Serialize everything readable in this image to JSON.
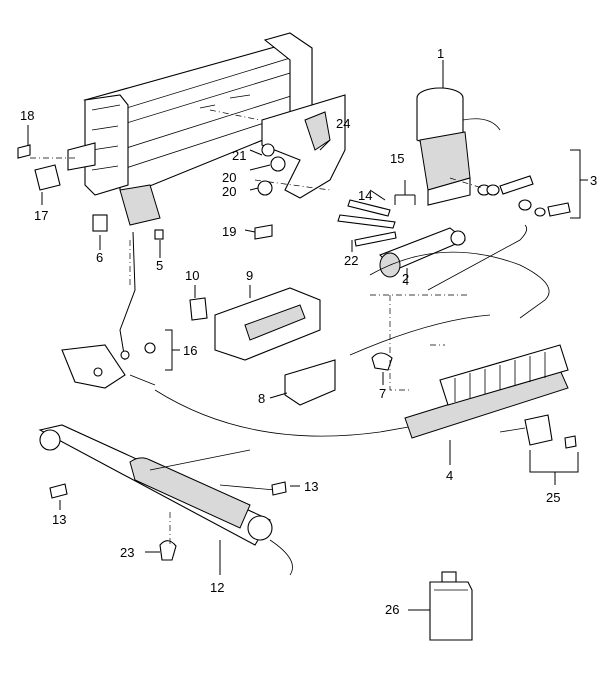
{
  "callouts": [
    {
      "id": "1",
      "text": "1"
    },
    {
      "id": "2",
      "text": "2"
    },
    {
      "id": "3",
      "text": "3"
    },
    {
      "id": "4",
      "text": "4"
    },
    {
      "id": "5",
      "text": "5"
    },
    {
      "id": "6",
      "text": "6"
    },
    {
      "id": "7",
      "text": "7"
    },
    {
      "id": "8",
      "text": "8"
    },
    {
      "id": "9",
      "text": "9"
    },
    {
      "id": "10",
      "text": "10"
    },
    {
      "id": "12",
      "text": "12"
    },
    {
      "id": "13a",
      "text": "13"
    },
    {
      "id": "13b",
      "text": "13"
    },
    {
      "id": "14",
      "text": "14"
    },
    {
      "id": "15",
      "text": "15"
    },
    {
      "id": "16",
      "text": "16"
    },
    {
      "id": "17",
      "text": "17"
    },
    {
      "id": "18",
      "text": "18"
    },
    {
      "id": "19",
      "text": "19"
    },
    {
      "id": "20a",
      "text": "20"
    },
    {
      "id": "20b",
      "text": "20"
    },
    {
      "id": "21",
      "text": "21"
    },
    {
      "id": "22",
      "text": "22"
    },
    {
      "id": "23",
      "text": "23"
    },
    {
      "id": "24",
      "text": "24"
    },
    {
      "id": "25",
      "text": "25"
    },
    {
      "id": "26",
      "text": "26"
    }
  ]
}
